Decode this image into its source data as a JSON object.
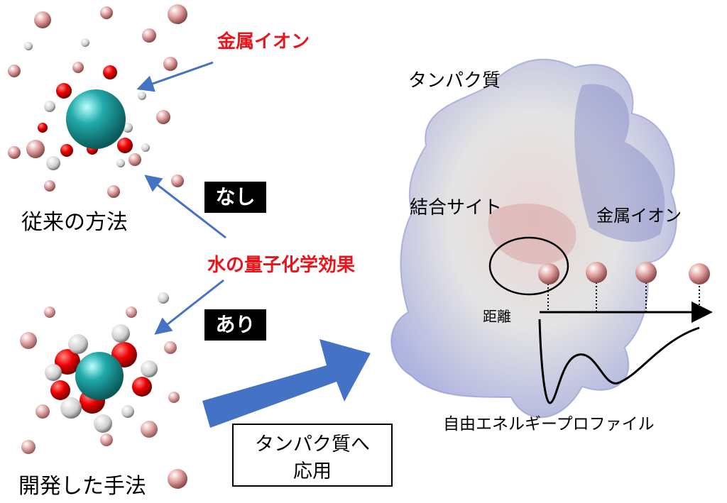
{
  "left_panel": {
    "conventional_label": "従来の方法",
    "developed_label": "開発した手法",
    "metal_ion_label": "金属イオン",
    "water_effect_label": "水の量子化学効果",
    "without_tag": "なし",
    "with_tag": "あり"
  },
  "application_box": {
    "line1": "タンパク質へ",
    "line2": "応用"
  },
  "right_panel": {
    "protein_label": "タンパク質",
    "binding_site_label": "結合サイト",
    "metal_ion_label": "金属イオン",
    "distance_label": "距離",
    "profile_label": "自由エネルギープロファイル"
  },
  "colors": {
    "accent_red": "#e8141a",
    "arrow_blue": "#4472c4",
    "ion_teal": "#2a9a9a",
    "ion_pink": "#e0a0a0",
    "protein_blue": "#8890d0"
  }
}
